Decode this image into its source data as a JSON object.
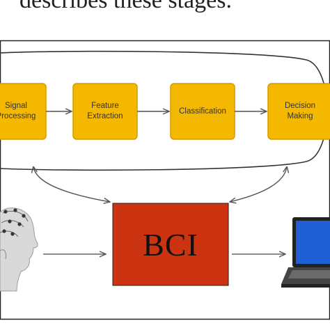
{
  "caption": "describes these stages.",
  "stages": [
    {
      "label": "Signal\nProcessing"
    },
    {
      "label": "Feature\nExtraction"
    },
    {
      "label": "Classification"
    },
    {
      "label": "Decision\nMaking"
    }
  ],
  "bci": {
    "label": "BCI"
  },
  "colors": {
    "stage_fill": "#f5b800",
    "stage_border": "#d79a00",
    "bci_fill": "#cc3311",
    "arrow": "#555555",
    "laptop_screen": "#1f5fd6"
  },
  "icons": [
    "head-with-electrodes-icon",
    "laptop-icon"
  ]
}
